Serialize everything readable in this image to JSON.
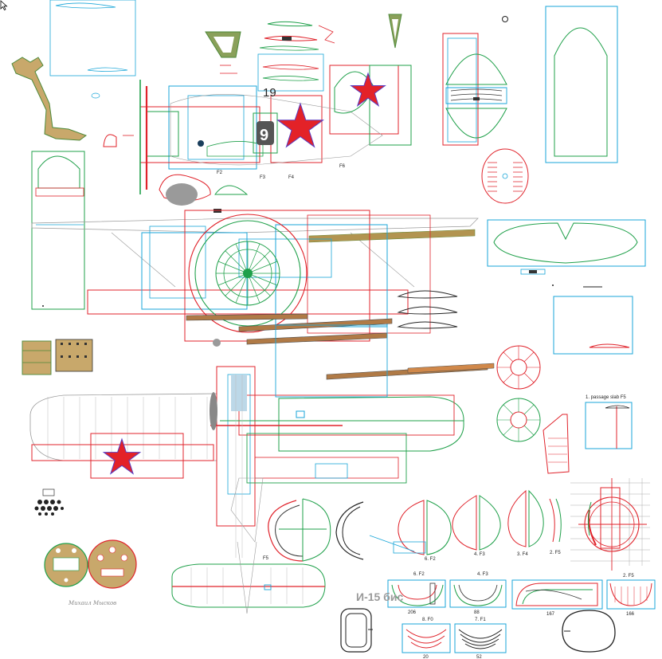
{
  "colors": {
    "red": "#e0232b",
    "green": "#1fa04a",
    "blue": "#1aa6d8",
    "tan": "#c8a86b",
    "olive": "#8aa05a",
    "brown": "#b0764a",
    "grey": "#9a9a9a",
    "star": "#e32228"
  },
  "labels": {
    "side_number": "19",
    "fuselage_number": "9",
    "f2": "F2",
    "f3": "F3",
    "f4": "F4",
    "f6": "F6",
    "f5": "F5",
    "passage": "1. passage slab F5",
    "r6f2": "6. F2",
    "r4f3": "4. F3",
    "r3f4": "3. F4",
    "r2f5": "2. F5",
    "b6f2": "6. F2",
    "b4f3": "4. F3",
    "b2f5": "2. F5",
    "b8f0": "8. F0",
    "b7f1": "7. F1",
    "n206": "206",
    "n88": "88",
    "n167": "167",
    "n166": "166",
    "n20": "20",
    "n52": "52",
    "title": "И-15 бис",
    "signature": "Михаил  Мысков"
  }
}
